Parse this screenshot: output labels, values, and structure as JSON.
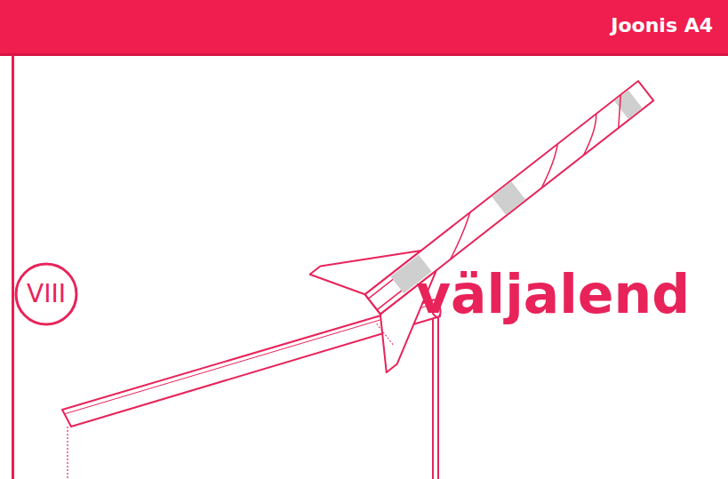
{
  "diagram": {
    "title": "Joonis A4",
    "nodes": [
      {
        "text": [
          "VIII"
        ]
      }
    ],
    "labels": [
      "väljalend"
    ]
  }
}
